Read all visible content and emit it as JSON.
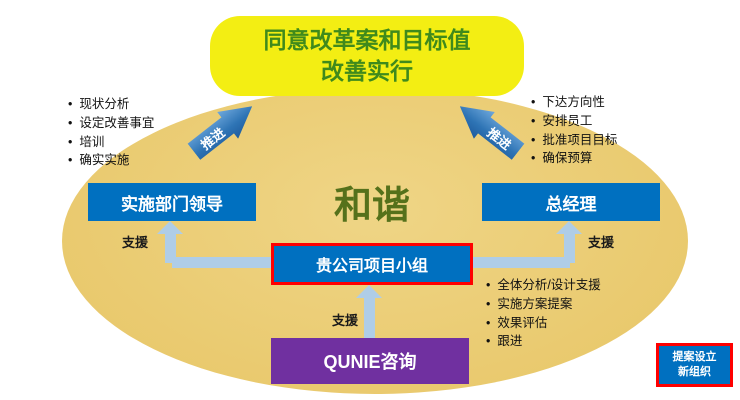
{
  "banner": {
    "line1": "同意改革案和目标值",
    "line2": "改善实行"
  },
  "center": {
    "harmony": "和谐"
  },
  "boxes": {
    "left_leader": "实施部门领导",
    "right_manager": "总经理",
    "project_team": "贵公司项目小组",
    "qunie": "QUNIE咨询",
    "new_org_line1": "提案设立",
    "new_org_line2": "新组织"
  },
  "lists": {
    "top_left": [
      "现状分析",
      "设定改善事宜",
      "培训",
      "确实实施"
    ],
    "top_right": [
      "下达方向性",
      "安排员工",
      "批准项目目标",
      "确保预算"
    ],
    "mid_right": [
      "全体分析/设计支援",
      "实施方案提案",
      "效果评估",
      "跟进"
    ]
  },
  "labels": {
    "promote_left": "推进",
    "promote_right": "推进",
    "support_left": "支援",
    "support_right": "支援",
    "support_bottom": "支援"
  },
  "colors": {
    "box_blue": "#0070C0",
    "qunie_purple": "#7030A0",
    "banner_yellow": "#F3EE13",
    "ellipse_tan": "#E9CB70",
    "highlight_red_border": "#FF0000",
    "green_text": "#3F8A1C",
    "connector_light_blue": "#AFCDE7",
    "arrow_blue": "#2E74B5"
  }
}
